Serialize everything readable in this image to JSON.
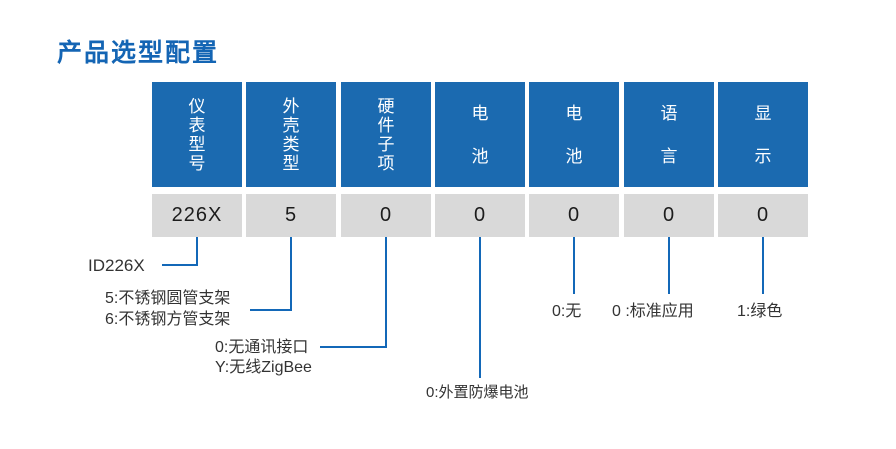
{
  "page_title": "产品选型配置",
  "table": {
    "columns": [
      {
        "header": "仪表型号",
        "code": "226X"
      },
      {
        "header": "外壳类型",
        "code": "5"
      },
      {
        "header": "硬件子项",
        "code": "0"
      },
      {
        "header": "电池",
        "code": "0"
      },
      {
        "header": "电池",
        "code": "0"
      },
      {
        "header": "语言",
        "code": "0"
      },
      {
        "header": "显示",
        "code": "0"
      }
    ]
  },
  "annotations": {
    "model": "ID226X",
    "shell": {
      "line1": "5:不锈钢圆管支架",
      "line2": "6:不锈钢方管支架"
    },
    "hardware": {
      "line1": "0:无通讯接口",
      "line2": "Y:无线ZigBee"
    },
    "battery_external": "0:外置防爆电池",
    "battery_none": "0:无",
    "language": "0 :标准应用",
    "display": "1:绿色"
  },
  "colors": {
    "title_blue": "#1465b4",
    "header_blue": "#1b6ab0",
    "cell_gray": "#d9d9d9",
    "line_blue": "#1368b8",
    "text_dark": "#333333"
  }
}
